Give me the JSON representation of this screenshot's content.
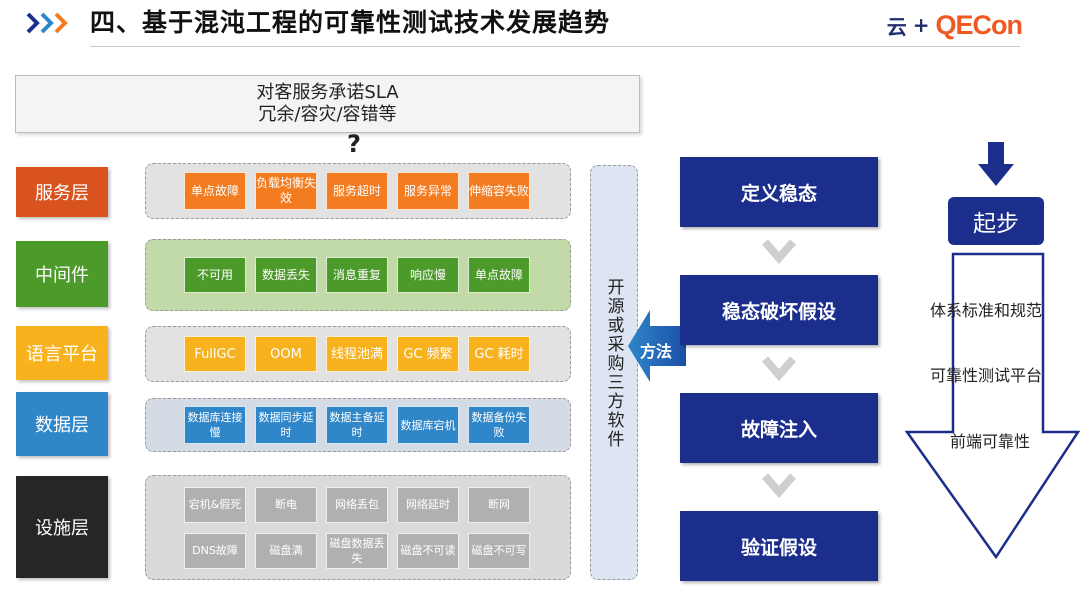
{
  "header": {
    "title": "四、基于混沌工程的可靠性测试技术发展趋势",
    "logo_yun": "云",
    "logo_plus": "+",
    "logo_brand": "QECon"
  },
  "top_box": {
    "line1": "对客服务承诺SLA",
    "line2": "冗余/容灾/容错等"
  },
  "question_mark": "?",
  "layers": [
    {
      "label": "服务层",
      "color": "#d9531e",
      "cells": [
        "单点故障",
        "负载均衡失效",
        "服务超时",
        "服务异常",
        "伸缩容失败"
      ]
    },
    {
      "label": "中间件",
      "color": "#4c9a2a",
      "cells": [
        "不可用",
        "数据丢失",
        "消息重复",
        "响应慢",
        "单点故障"
      ]
    },
    {
      "label": "语言平台",
      "color": "#f7b21d",
      "cells": [
        "FullGC",
        "OOM",
        "线程池满",
        "GC 频繁",
        "GC 耗时"
      ]
    },
    {
      "label": "数据层",
      "color": "#2f86c9",
      "cells": [
        "数据库连接慢",
        "数据同步延时",
        "数据主备延时",
        "数据库宕机",
        "数据备份失败"
      ]
    },
    {
      "label": "设施层",
      "color": "#262626",
      "cells_row1": [
        "宕机&假死",
        "断电",
        "网络丢包",
        "网络延时",
        "断网"
      ],
      "cells_row2": [
        "DNS故障",
        "磁盘满",
        "磁盘数据丢失",
        "磁盘不可读",
        "磁盘不可写"
      ]
    }
  ],
  "open_source": "开源或采购三方软件",
  "method_label": "方法",
  "steps": [
    "定义稳态",
    "稳态破坏假设",
    "故障注入",
    "验证假设"
  ],
  "start_label": "起步",
  "right_items": [
    "体系标准和规范",
    "可靠性测试平台",
    "前端可靠性"
  ],
  "colors": {
    "navy": "#1b2e8c",
    "orange": "#f47c20",
    "green": "#4c9a2a",
    "yellow": "#f7b21d",
    "blue": "#2f86c9",
    "grey": "#b0b0b0"
  }
}
